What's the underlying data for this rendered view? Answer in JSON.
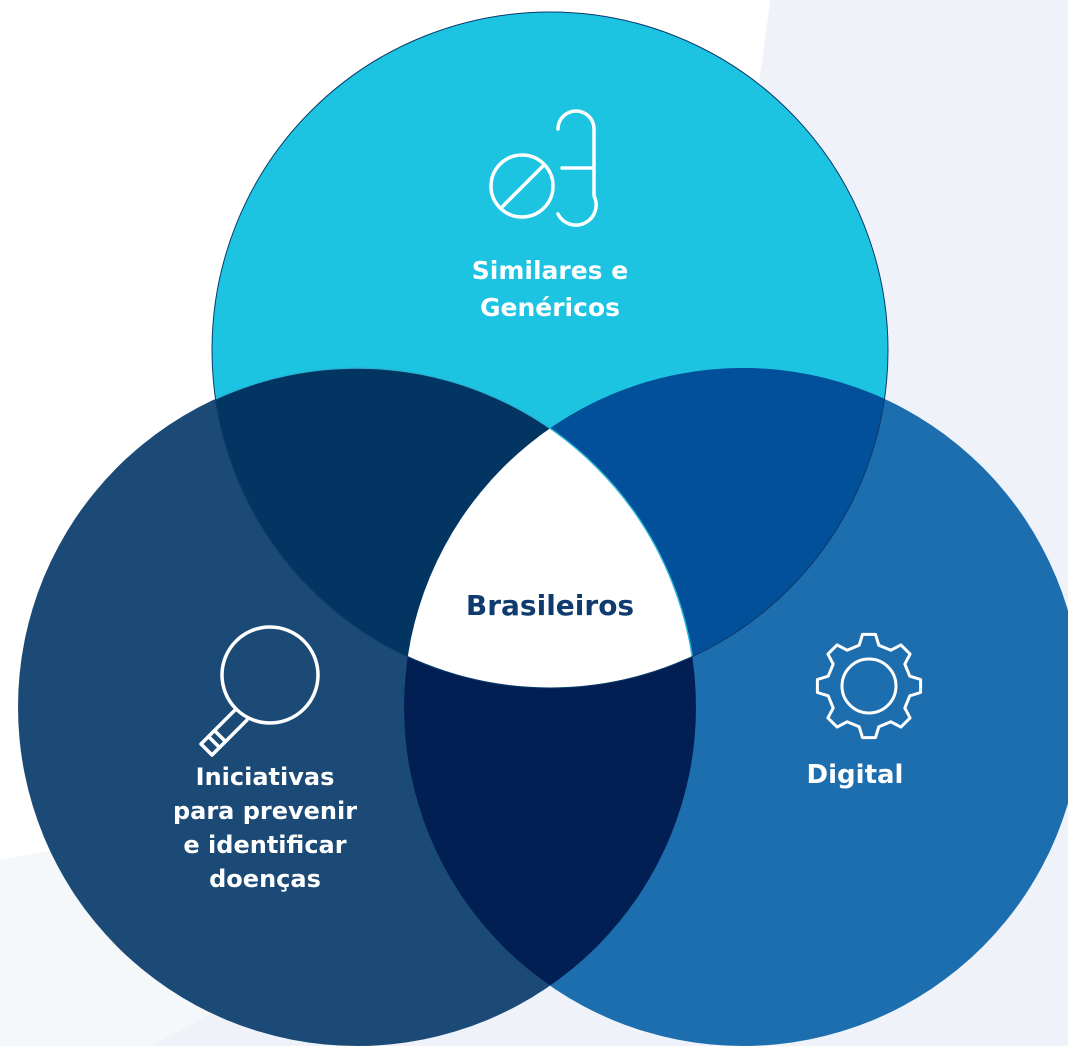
{
  "colors": {
    "background": "#ffffff",
    "background_shape": "#eff3f9",
    "circle_top": "#1cc4e1",
    "circle_left": "#1c4a76",
    "circle_right": "#1d6eae",
    "overlap_top_left": "#033563",
    "overlap_top_right": "#02509a",
    "overlap_left_right": "#011f53",
    "center": "#ffffff",
    "center_text": "#0f3b6e",
    "label_text": "#ffffff"
  },
  "diagram": {
    "circles": [
      {
        "id": "top",
        "label": "Similares e\nGenéricos",
        "icon": "pill-capsule-icon"
      },
      {
        "id": "left",
        "label": "Iniciativas\npara prevenir\ne identificar\ndoenças",
        "icon": "magnifier-test-tube-icon"
      },
      {
        "id": "right",
        "label": "Digital",
        "icon": "gear-icon"
      }
    ],
    "center_label": "Brasileiros"
  }
}
